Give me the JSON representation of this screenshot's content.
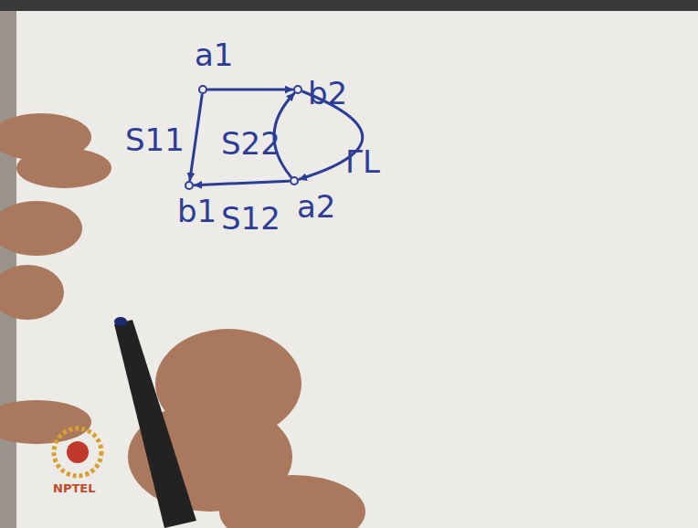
{
  "diagram": {
    "nodes": [
      {
        "text": [
          "a1"
        ]
      },
      {
        "text": [
          "b2"
        ]
      },
      {
        "text": [
          "b1"
        ]
      },
      {
        "text": [
          "a2"
        ]
      }
    ],
    "edges": [
      {
        "from": 0,
        "to": 1,
        "arrow": "to"
      },
      {
        "from": 0,
        "to": 2,
        "label": "S11",
        "arrow": "to"
      },
      {
        "from": 3,
        "to": 2,
        "label": "S12",
        "arrow": "to"
      },
      {
        "from": 3,
        "to": 1,
        "label": "S22",
        "arrow": "to"
      },
      {
        "from": 1,
        "to": 3,
        "label": "ΓL",
        "arrow": "to"
      }
    ],
    "labels": [
      "NPTEL"
    ]
  }
}
